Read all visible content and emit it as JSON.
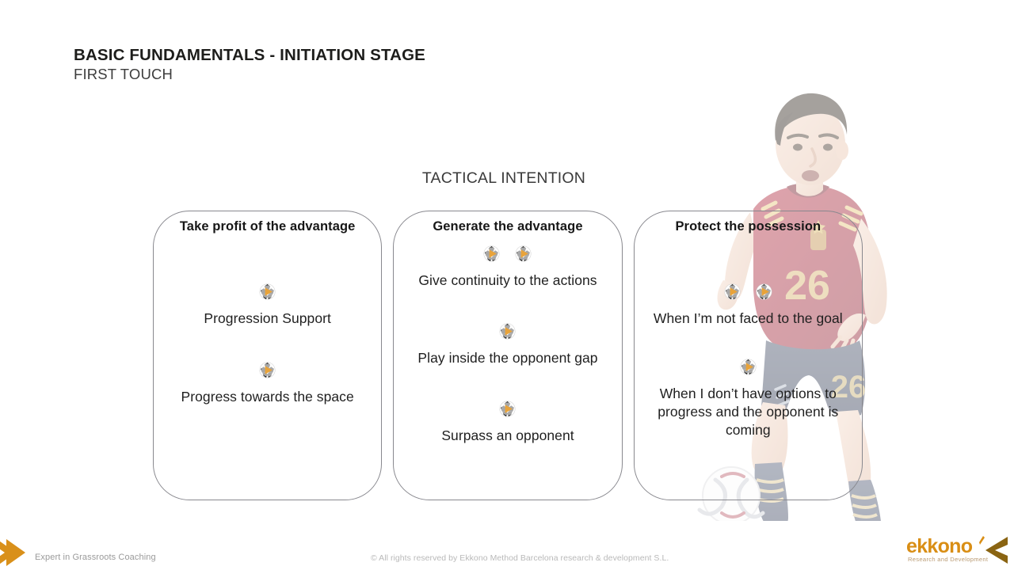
{
  "header": {
    "title": "BASIC FUNDAMENTALS - INITIATION STAGE",
    "subtitle": "FIRST TOUCH"
  },
  "section": {
    "label": "TACTICAL INTENTION"
  },
  "cards": [
    {
      "title": "Take profit of the advantage",
      "items": [
        {
          "icon_count": 1,
          "icon": "football-play-icon",
          "text": "Progression Support"
        },
        {
          "icon_count": 1,
          "icon": "football-play-icon",
          "text": "Progress towards the space"
        }
      ]
    },
    {
      "title": "Generate the advantage",
      "items": [
        {
          "icon_count": 2,
          "icon": "football-play-icon",
          "text": "Give continuity to the actions"
        },
        {
          "icon_count": 1,
          "icon": "football-play-icon",
          "text": "Play inside the opponent gap"
        },
        {
          "icon_count": 1,
          "icon": "football-play-icon",
          "text": "Surpass an opponent"
        }
      ]
    },
    {
      "title": "Protect the possession",
      "items": [
        {
          "icon_count": 2,
          "icon": "football-play-icon",
          "text": "When I’m not faced to the goal"
        },
        {
          "icon_count": 1,
          "icon": "football-play-icon",
          "text": "When I don’t have options to progress and the opponent is coming"
        }
      ]
    }
  ],
  "illustration": {
    "name": "soccer-player-watermark",
    "description": "Faded photo of a footballer in a red Spain kit dribbling a ball",
    "jersey_number": "26"
  },
  "footer": {
    "tagline": "Expert in Grassroots Coaching",
    "copyright": "© All rights reserved by Ekkono Method Barcelona research & development S.L.",
    "logo_word": "ekkono",
    "logo_tagline": "Research and Development"
  },
  "colors": {
    "accent_orange": "#d98e15",
    "icon_gold": "#e8a33a",
    "title_dark": "#1d1d1b",
    "card_border": "#88888e",
    "footer_grey": "#9a9a9a",
    "background": "#ffffff"
  }
}
